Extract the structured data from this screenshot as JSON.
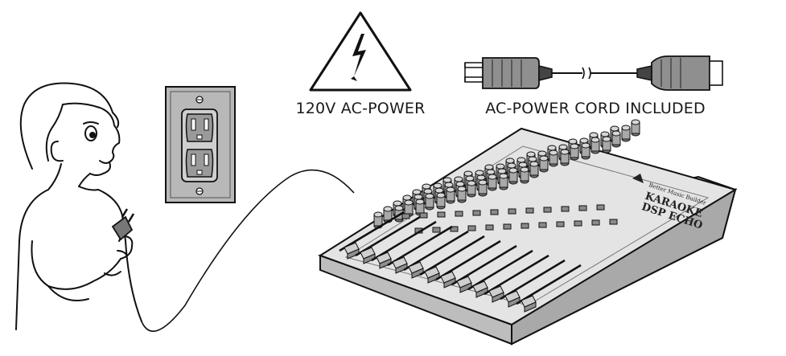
{
  "warning": {
    "label": "120V AC-POWER",
    "icon": "high-voltage-warning-icon"
  },
  "cord": {
    "label": "AC-POWER CORD INCLUDED"
  },
  "mixer": {
    "brand_text": "Better Music Builder",
    "model_line1": "KARAOKE",
    "model_line2": "DSP ECHO"
  },
  "colors": {
    "ink": "#111111",
    "panel_gray": "#b8b8b8",
    "mixer_top": "#e4e4e4",
    "mixer_side": "#c9c9c9",
    "knob_gray": "#a9a9a9"
  }
}
